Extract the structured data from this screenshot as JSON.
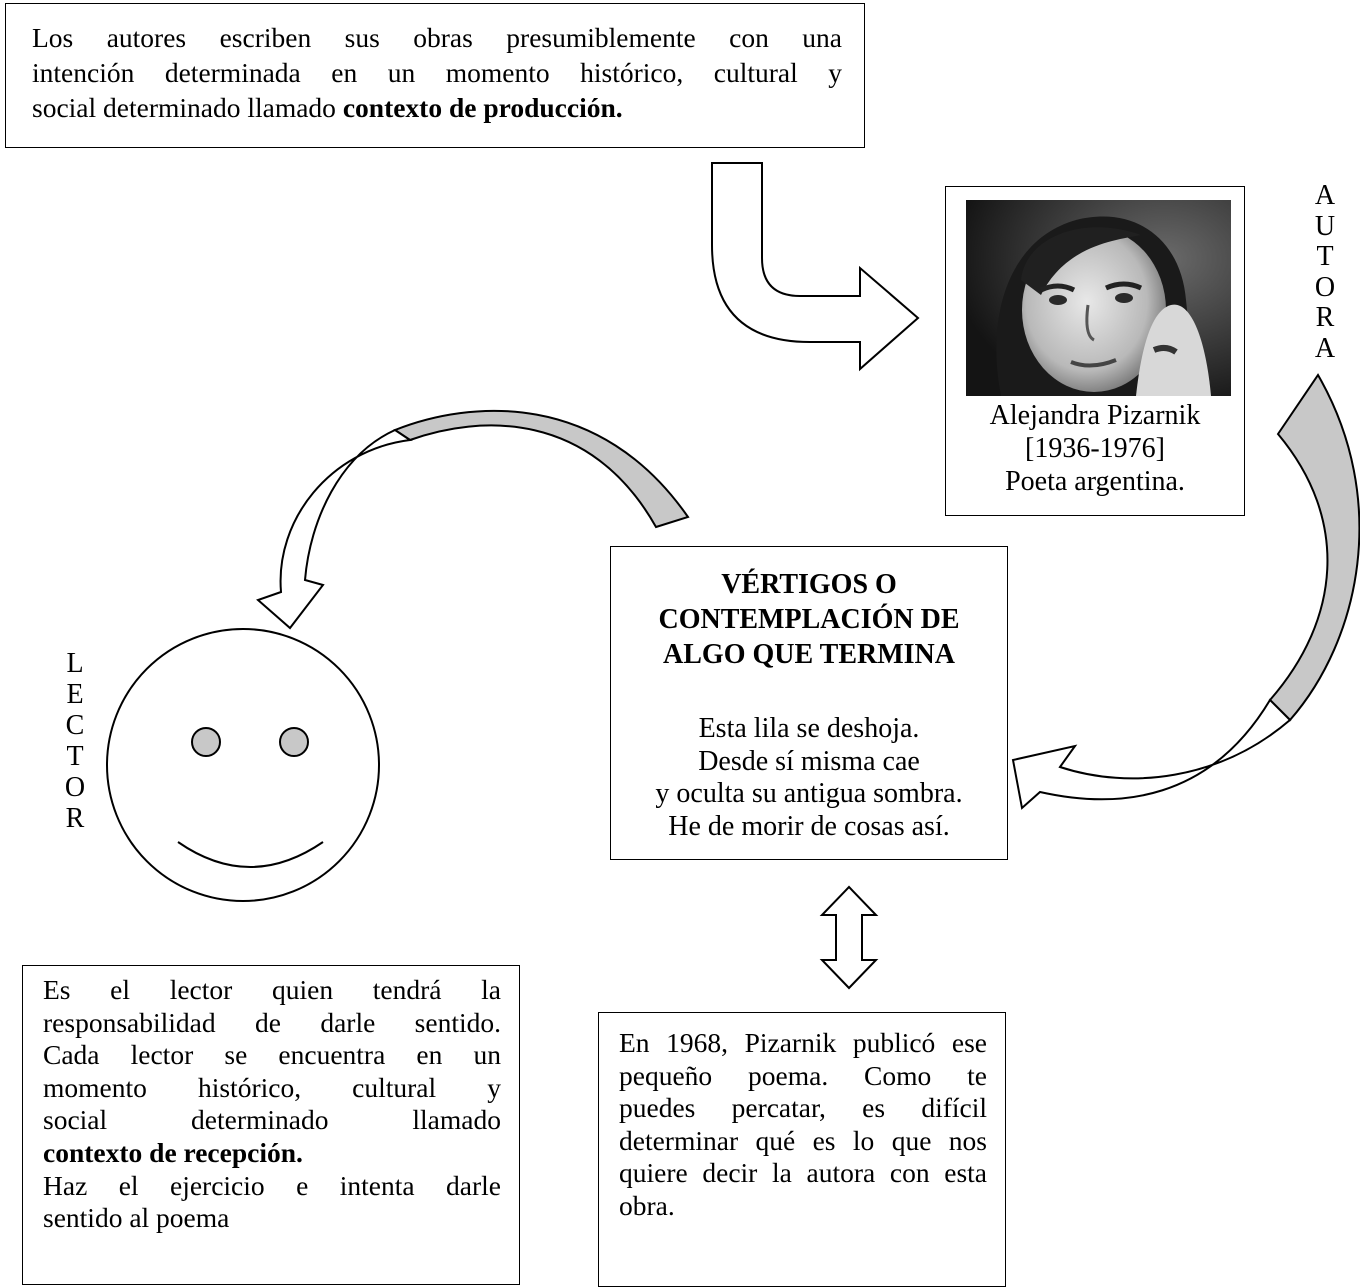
{
  "production": {
    "line1": "Los autores escriben sus obras presumiblemente con una",
    "line2": "intención determinada en un momento histórico, cultural y",
    "line3_prefix": "social determinado llamado ",
    "line3_bold": "contexto de producción."
  },
  "author": {
    "name": "Alejandra Pizarnik",
    "years": "[1936-1976]",
    "description": "Poeta argentina.",
    "vertical_label": [
      "A",
      "U",
      "T",
      "O",
      "R",
      "A"
    ]
  },
  "poem": {
    "title_lines": [
      "VÉRTIGOS O",
      "CONTEMPLACIÓN DE",
      "ALGO QUE TERMINA"
    ],
    "lines": [
      "Esta lila se deshoja.",
      "Desde sí misma cae",
      "y oculta su antigua sombra.",
      "He de morir de cosas así."
    ]
  },
  "reader": {
    "vertical_label": [
      "L",
      "E",
      "C",
      "T",
      "O",
      "R"
    ],
    "line1": "Es el lector quien tendrá la",
    "line2": "responsabilidad de darle sentido.",
    "line3": "Cada lector se encuentra en un",
    "line4": "momento histórico, cultural y",
    "line5": "social determinado llamado",
    "line6_bold": "contexto de recepción.",
    "line7": "Haz el ejercicio e intenta darle",
    "line8": "sentido al poema"
  },
  "publication": {
    "line1": "En 1968, Pizarnik publicó ese",
    "line2": "pequeño poema. Como te",
    "line3": "puedes percatar, es difícil",
    "line4": "determinar qué es lo que nos",
    "line5": "quiere decir la autora con esta",
    "line6": "obra."
  },
  "colors": {
    "arrow_fill": "#c8c8c8",
    "eye_fill": "#c8c8c8",
    "border": "#000000"
  }
}
